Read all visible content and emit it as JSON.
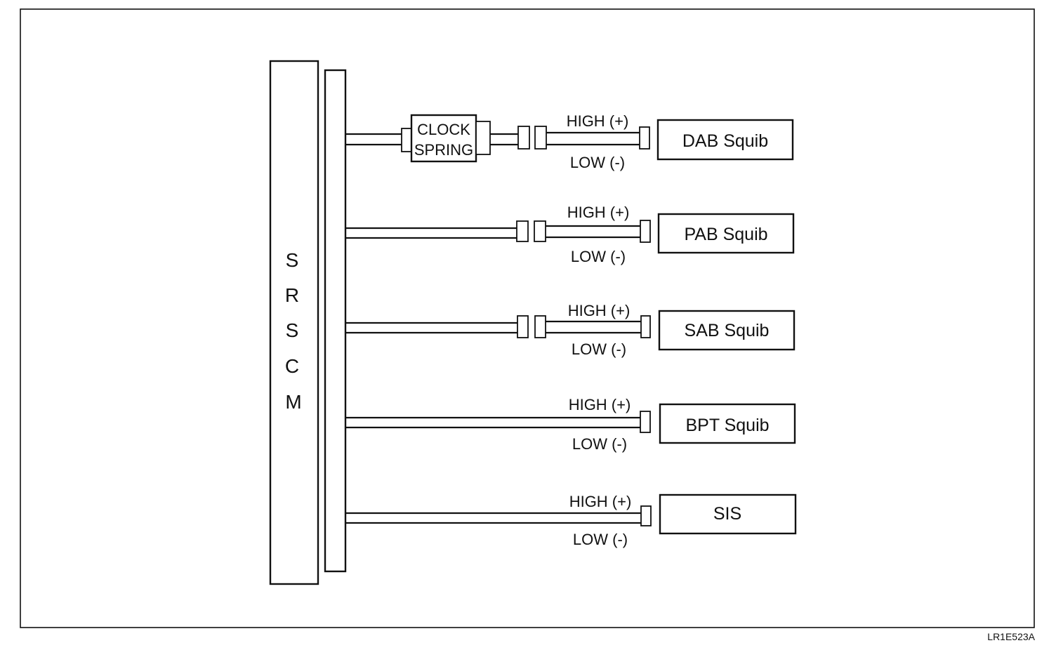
{
  "module": {
    "letters": [
      "S",
      "R",
      "S",
      "C",
      "M"
    ]
  },
  "clock_spring": {
    "line1": "CLOCK",
    "line2": "SPRING"
  },
  "circuits": [
    {
      "device": "DAB Squib",
      "high": "HIGH (+)",
      "low": "LOW (-)"
    },
    {
      "device": "PAB Squib",
      "high": "HIGH (+)",
      "low": "LOW (-)"
    },
    {
      "device": "SAB Squib",
      "high": "HIGH (+)",
      "low": "LOW (-)"
    },
    {
      "device": "BPT Squib",
      "high": "HIGH (+)",
      "low": "LOW (-)"
    },
    {
      "device": "SIS",
      "high": "HIGH (+)",
      "low": "LOW (-)"
    }
  ],
  "figure_ref": "LR1E523A",
  "colors": {
    "ink": "#111111",
    "paper": "#ffffff"
  }
}
